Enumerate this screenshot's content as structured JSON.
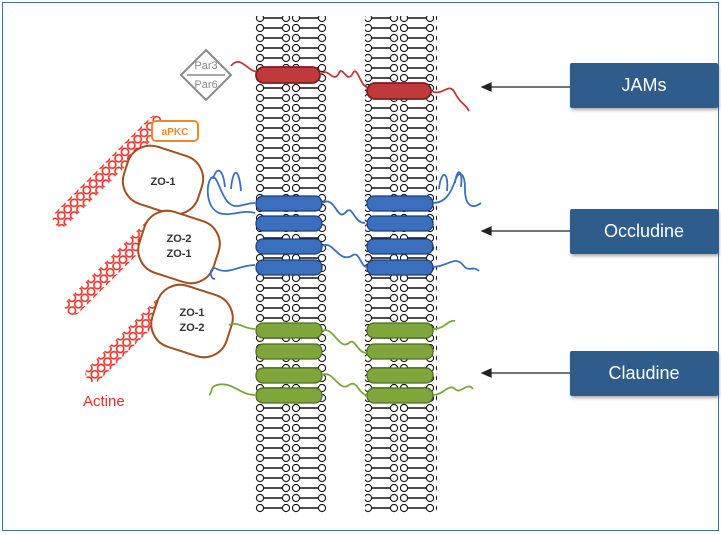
{
  "labels": {
    "jams": "JAMs",
    "occludine": "Occludine",
    "claudine": "Claudine",
    "actine": "Actine",
    "par3": "Par3",
    "par6": "Par6",
    "apkc": "aPKC",
    "zo_box1": [
      "ZO-1"
    ],
    "zo_box2": [
      "ZO-2",
      "ZO-1"
    ],
    "zo_box3": [
      "ZO-1",
      "ZO-2"
    ]
  },
  "colors": {
    "jams": "#c0393b",
    "occludine": "#3a6fbe",
    "claudine": "#7fa63b",
    "actine": "#e8302a",
    "zo": "#a0501e",
    "apkc": "#e98a2b",
    "par": "#8a8a8a",
    "label_box": "#2e5d8c"
  }
}
